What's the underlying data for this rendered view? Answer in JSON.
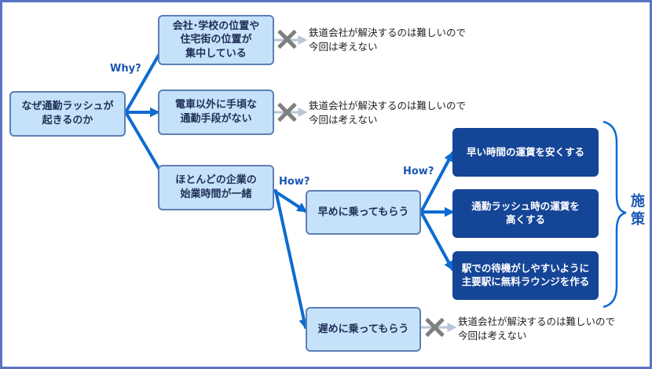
{
  "nodes": {
    "root": "なぜ通勤ラッシュが\n起きるのか",
    "cause_location": "会社･学校の位置や\n住宅街の位置が\n集中している",
    "cause_transport": "電車以外に手頃な\n通勤手段がない",
    "cause_schedule": "ほとんどの企業の\n始業時間が一緒",
    "early": "早めに乗ってもらう",
    "late": "遅めに乗ってもらう",
    "measure_1": "早い時間の運賃を安くする",
    "measure_2": "通勤ラッシュ時の運賃を\n高くする",
    "measure_3": "駅での待機がしやすいように\n主要駅に無料ラウンジを作る"
  },
  "labels": {
    "why": "Why?",
    "how_1": "How?",
    "how_2": "How?",
    "measures": "施\n策"
  },
  "notes": {
    "rejected_1": "鉄道会社が解決するのは難しいので\n今回は考えない",
    "rejected_2": "鉄道会社が解決するのは難しいので\n今回は考えない",
    "rejected_3": "鉄道会社が解決するのは難しいので\n今回は考えない"
  },
  "icons": {
    "reject": "x-mark-icon",
    "arrow": "arrow-icon"
  },
  "colors": {
    "arrow": "#0d6bd1",
    "light_box": "#c6e2fb",
    "dark_box": "#154597",
    "frame": "#5b73c4",
    "label": "#1a56b3"
  }
}
